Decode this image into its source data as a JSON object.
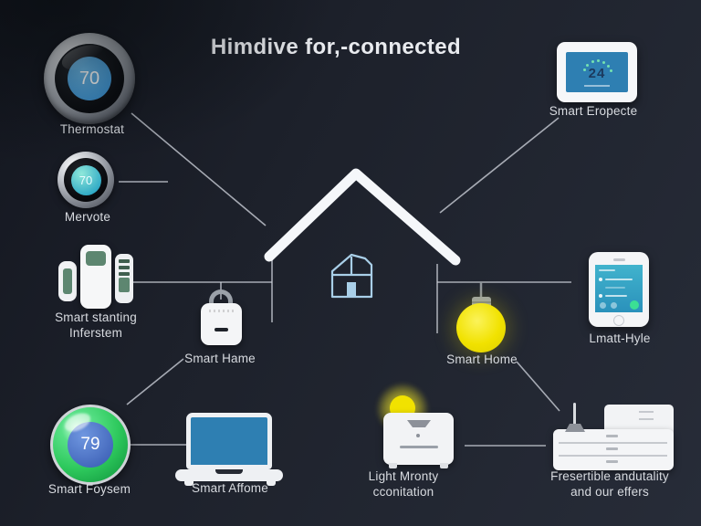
{
  "title": "Himdive for,-connected",
  "colors": {
    "line": "#c9cdd6",
    "roof": "#f5f7fa",
    "label": "#d8dbe0",
    "screen_blue": "#2e7fb2",
    "phone_screen": "#2a91bb",
    "bulb_yellow": "#f1e200",
    "accent_green": "#2ec95d",
    "thermostat_blue": "#3e92cf",
    "mervote_teal": "#2ba6c4",
    "foysem_inner_blue": "#3f63b8",
    "house_icon_blue": "#a9cfe8"
  },
  "devices": {
    "thermostat": {
      "label": "Thermostat",
      "value": "70"
    },
    "mervote": {
      "label": "Mervote",
      "value": "70"
    },
    "sensors": {
      "label_line1": "Smart stanting",
      "label_line2": "Inferstem"
    },
    "foysem": {
      "label": "Smart Foysem",
      "value": "79"
    },
    "laptop": {
      "label": "Smart Affome"
    },
    "light": {
      "label_line1": "Light Mronty",
      "label_line2": "cconitation"
    },
    "dresser": {
      "label_line1": "Fresertible andutality",
      "label_line2": "and our effers"
    },
    "panel": {
      "label": "Smart Eropecte",
      "value": "24"
    },
    "phone": {
      "label": "Lmatt-Hyle"
    },
    "lock": {
      "label": "Smart Hame"
    },
    "bulb": {
      "label": "Smart Home"
    }
  }
}
